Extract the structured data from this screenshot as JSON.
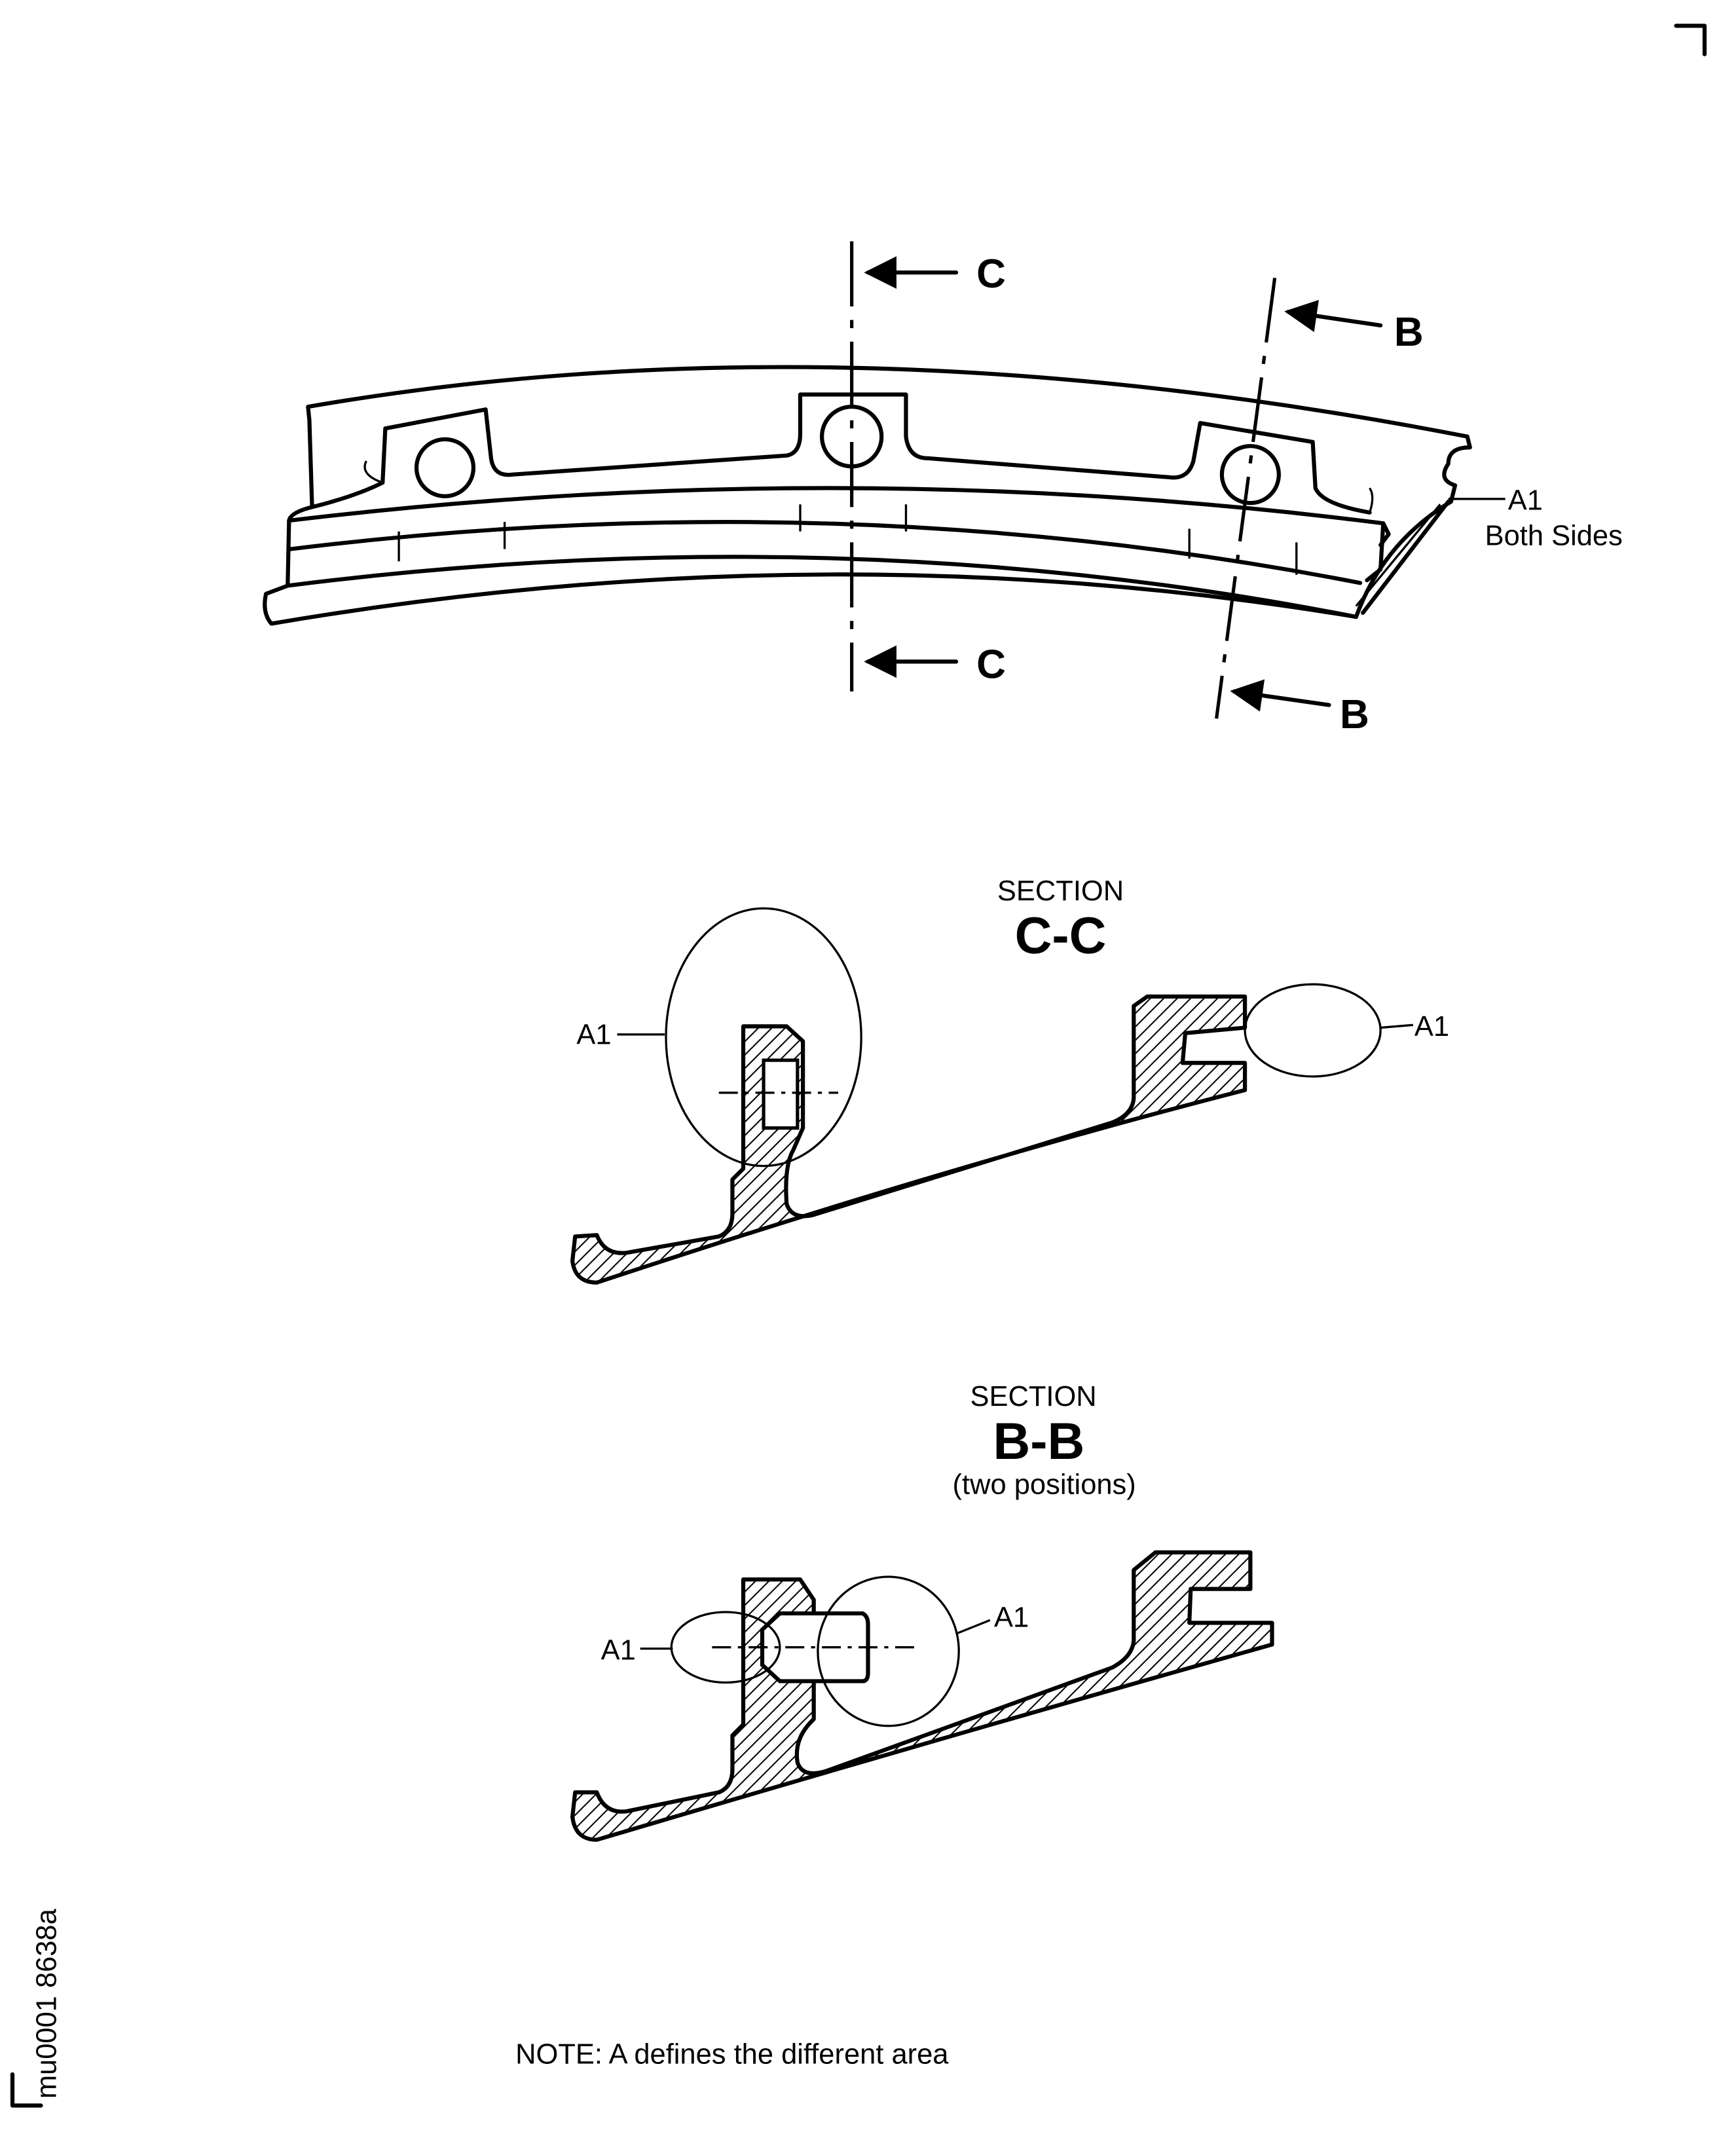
{
  "figure_id": "mu0001 8638a",
  "isometric_view": {
    "cut_c_top": "C",
    "cut_c_bottom": "C",
    "cut_b_top": "B",
    "cut_b_bottom": "B",
    "a1_label": "A1",
    "a1_note": "Both Sides"
  },
  "section_cc": {
    "title_small": "SECTION",
    "title_big": "C-C",
    "a1_left": "A1",
    "a1_right": "A1"
  },
  "section_bb": {
    "title_small": "SECTION",
    "title_big": "B-B",
    "subtitle": "(two positions)",
    "a1_left": "A1",
    "a1_right": "A1"
  },
  "note": "NOTE:  A defines the different area",
  "colors": {
    "ink": "#000000",
    "paper": "#ffffff"
  }
}
